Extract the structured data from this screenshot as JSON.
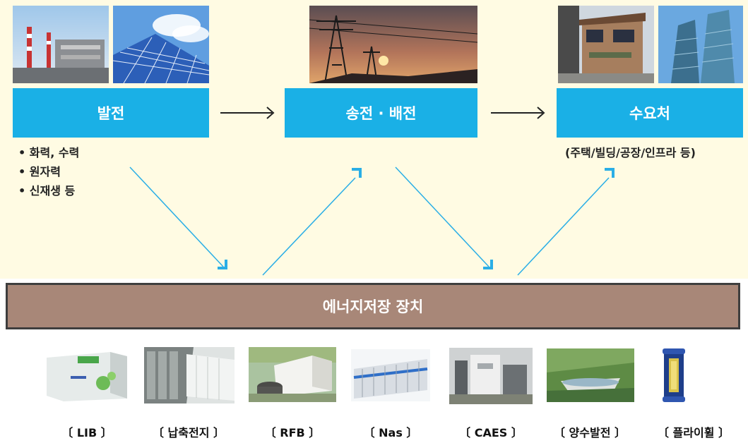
{
  "stages": {
    "generation": {
      "label": "발전"
    },
    "transmission": {
      "label": "송전 · 배전"
    },
    "demand": {
      "label": "수요처"
    }
  },
  "generation_items": [
    "• 화력, 수력",
    "• 원자력",
    "• 신재생 등"
  ],
  "demand_note": "(주택/빌딩/공장/인프라 등)",
  "storage": {
    "label": "에너지저장 장치"
  },
  "devices": [
    "〔 LIB 〕",
    "〔 납축전지 〕",
    "〔 RFB 〕",
    "〔 Nas 〕",
    "〔 CAES 〕",
    "〔 양수발전 〕",
    "〔 플라이휠 〕"
  ],
  "colors": {
    "stage_box": "#1ab0e6",
    "storage_bar": "#a88778",
    "arrow": "#2aaee6",
    "background": "#fffbe3"
  }
}
